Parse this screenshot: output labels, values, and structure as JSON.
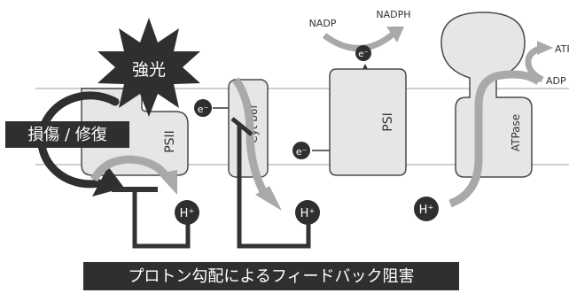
{
  "labels": {
    "strong_light": "強光",
    "damage_repair": "損傷 / 修復",
    "psii": "PSII",
    "cyt_b6f": "Cyt b6f",
    "psi": "PSI",
    "atpase": "ATPase",
    "electron": "e⁻",
    "electron_psi": "e⁻",
    "electron_nadp": "e⁻",
    "proton_1": "H⁺",
    "proton_2": "H⁺",
    "proton_3": "H⁺",
    "nadp": "NADP",
    "nadph": "NADPH",
    "atp": "ATP",
    "adp": "ADP",
    "caption": "プロトン勾配によるフィードバック阻害"
  },
  "colors": {
    "complex_fill": "#e6e6e6",
    "complex_stroke": "#4a4a4a",
    "membrane_line": "#cfcfcf",
    "arrow_gray": "#a9a9a9",
    "dark": "#333333",
    "text_dark": "#3a3a3a",
    "white": "#ffffff"
  }
}
